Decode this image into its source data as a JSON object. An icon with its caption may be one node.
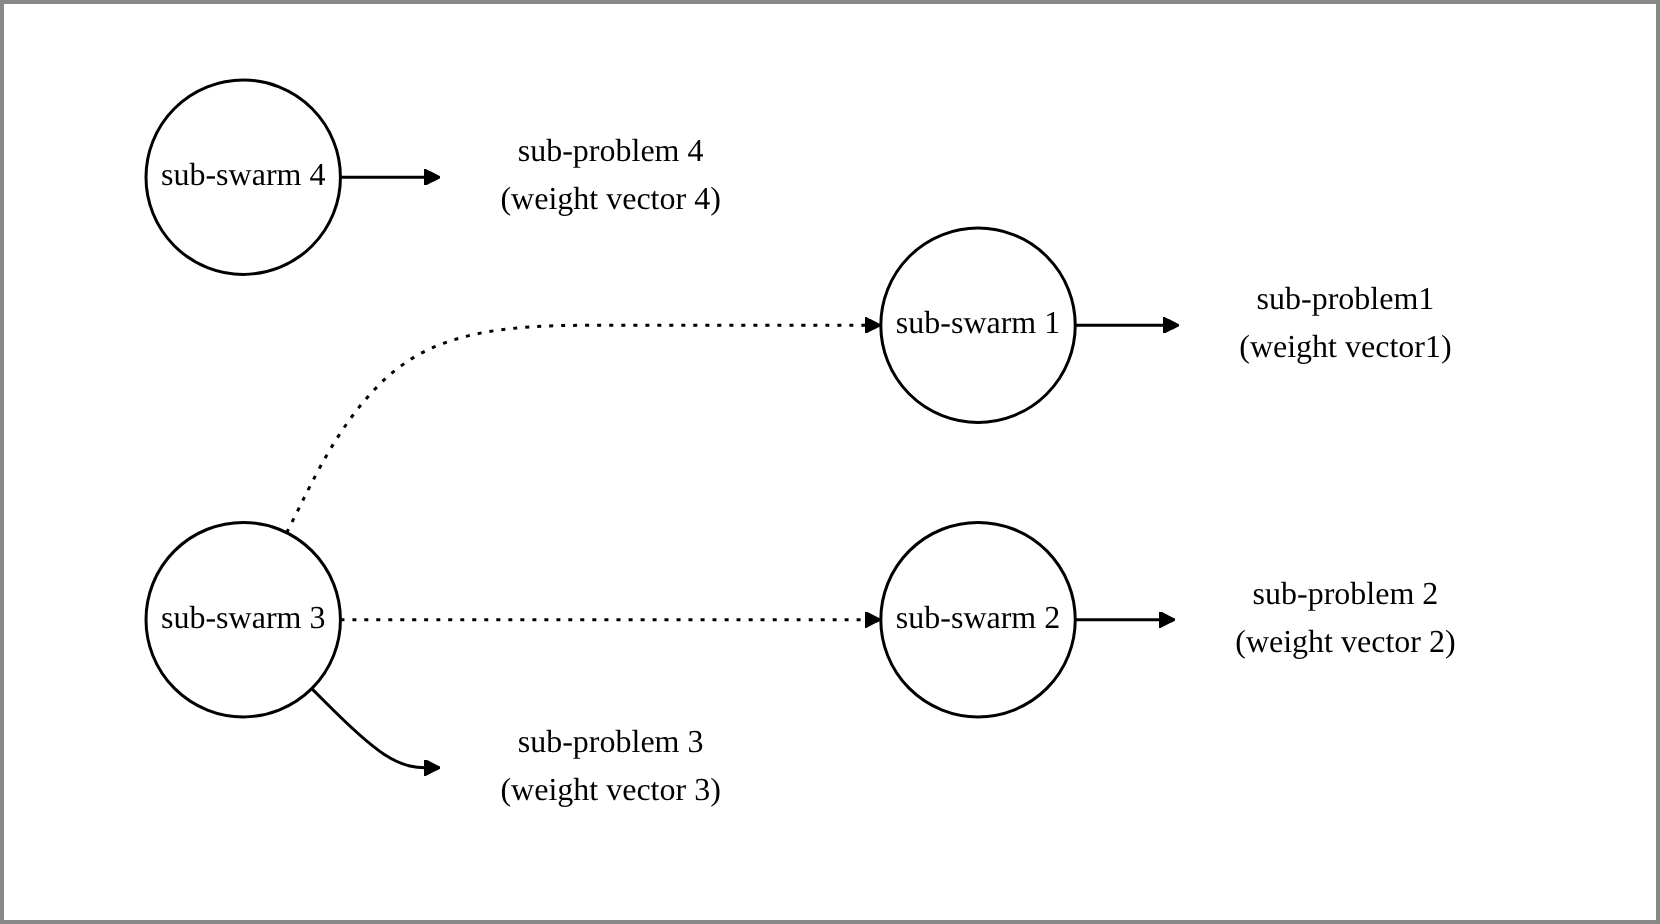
{
  "diagram": {
    "nodes": [
      {
        "text": [
          "sub-swarm 1"
        ]
      },
      {
        "text": [
          "sub-problem1",
          "(weight vector1)"
        ]
      },
      {
        "text": [
          "sub-swarm 2"
        ]
      },
      {
        "text": [
          "sub-problem 2",
          "(weight vector 2)"
        ]
      },
      {
        "text": [
          "sub-swarm 3"
        ]
      },
      {
        "text": [
          "sub-problem 3",
          "(weight vector 3)"
        ]
      },
      {
        "text": [
          "sub-swarm 4"
        ]
      },
      {
        "text": [
          "sub-problem 4",
          "(weight vector 4)"
        ]
      }
    ],
    "edges": [
      {
        "from": 0,
        "to": 1,
        "arrow": "to"
      },
      {
        "from": 2,
        "to": 3,
        "arrow": "to"
      },
      {
        "from": 4,
        "to": 0,
        "arrow": "to",
        "style": "dashed"
      },
      {
        "from": 4,
        "to": 2,
        "arrow": "to",
        "style": "dashed"
      },
      {
        "from": 4,
        "to": 5,
        "arrow": "to"
      },
      {
        "from": 6,
        "to": 7,
        "arrow": "to"
      }
    ]
  }
}
